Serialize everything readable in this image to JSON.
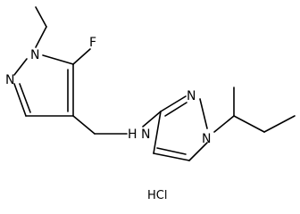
{
  "molecule": {
    "atoms": {
      "n1_left": "N",
      "n2_left": "N",
      "fluorine": "F",
      "amine_nh": "H N",
      "n_right_top": "N",
      "n_right_sub": "N"
    },
    "salt": "HCl"
  }
}
